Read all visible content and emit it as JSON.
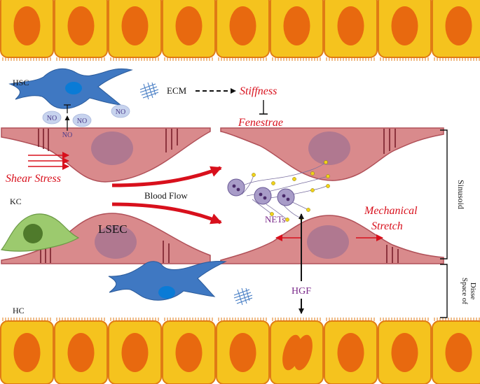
{
  "labels": {
    "hsc": "HSC",
    "ecm": "ECM",
    "stiffness": "Stiffness",
    "fenestrae": "Fenestrae",
    "no": "NO",
    "shear_stress": "Shear Stress",
    "blood_flow": "Blood Flow",
    "kc": "KC",
    "lsec": "LSEC",
    "nets": "NETs",
    "mechanical_stretch_line1": "Mechanical",
    "mechanical_stretch_line2": "Stretch",
    "hgf": "HGF",
    "hc": "HC",
    "sinusoid": "Sinusoid",
    "space_of_disse_line1": "Space of",
    "space_of_disse_line2": "Disse"
  },
  "colors": {
    "hepatocyte_fill": "#f5c31e",
    "hepatocyte_border": "#e07b14",
    "hepatocyte_nucleus": "#e8690f",
    "lsec_fill": "#d98a8c",
    "lsec_border": "#b05058",
    "lsec_nucleus": "#b07890",
    "hsc_fill": "#3f78c2",
    "hsc_nucleus": "#0a7bd6",
    "kc_fill": "#9cca6e",
    "kc_nucleus": "#4f7a2b",
    "accent_red": "#d8101c",
    "net_purple": "#7a2a8a",
    "no_bubble": "#c7d3ee"
  }
}
